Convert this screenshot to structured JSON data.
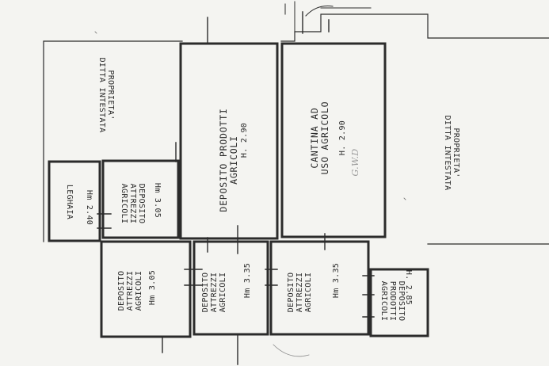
{
  "plan": {
    "rooms": [
      {
        "id": "leghaia",
        "name": "LEGHAIA",
        "height": "Hm 2.40"
      },
      {
        "id": "dep-attrezzi-1",
        "name": "DEPOSITO\nATTREZZI\nAGRICOLI",
        "height": "Hm 3.05"
      },
      {
        "id": "dep-prodotti-big",
        "name": "DEPOSITO PRODOTTI\nAGRICOLI",
        "height": "H. 2.90"
      },
      {
        "id": "cantina",
        "name": "CANTINA AD\nUSO AGRICOLO",
        "height": "H. 2.90"
      },
      {
        "id": "dep-attrezzi-2",
        "name": "DEPOSITO\nATTREZZI\nAGRICOLI",
        "height": "Hm 3.05"
      },
      {
        "id": "dep-attrezzi-3",
        "name": "DEPOSITO\nATTREZZI\nAGRICOLI",
        "height": "Hm 3.35"
      },
      {
        "id": "dep-attrezzi-4",
        "name": "DEPOSITO\nATTREZZI\nAGRICOLI",
        "height": "Hm 3.35"
      },
      {
        "id": "dep-prodotti-small",
        "name": "DEPOSITO\nPRODOTTI\nAGRICOLI",
        "height": "H. 2.85"
      }
    ],
    "property_labels": [
      {
        "id": "prop-left",
        "text": "PROPRIETA'\nDITTA INTESTATA"
      },
      {
        "id": "prop-right",
        "text": "PROPRIETA'\nDITTA INTESTATA"
      }
    ],
    "handwritten_note": "G.W.D",
    "line_color": "#2b2b2b",
    "paper_color": "#f4f4f1"
  }
}
